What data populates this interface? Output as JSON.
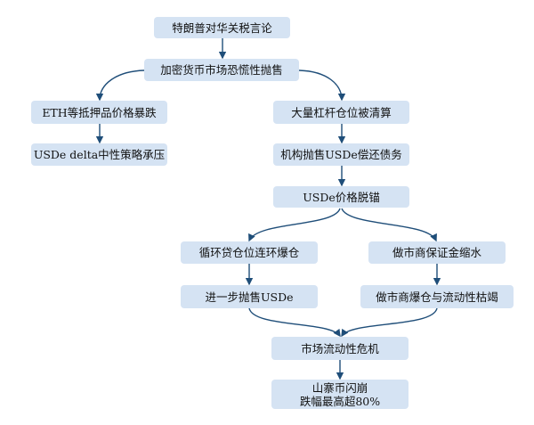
{
  "nodes": {
    "n1": "特朗普对华关税言论",
    "n2": "加密货币市场恐慌性抛售",
    "n3": "ETH等抵押品价格暴跌",
    "n4": "USDe delta中性策略承压",
    "n5": "大量杠杆仓位被清算",
    "n6": "机构抛售USDe偿还债务",
    "n7": "USDe价格脱锚",
    "n8": "循环贷仓位连环爆仓",
    "n9": "做市商保证金缩水",
    "n10": "进一步抛售USDe",
    "n11": "做市商爆仓与流动性枯竭",
    "n12": "市场流动性危机",
    "n13_line1": "山寨币闪崩",
    "n13_line2": "跌幅最高超80%"
  },
  "colors": {
    "box": "#d5e3f3",
    "arrow": "#1f4e79"
  }
}
